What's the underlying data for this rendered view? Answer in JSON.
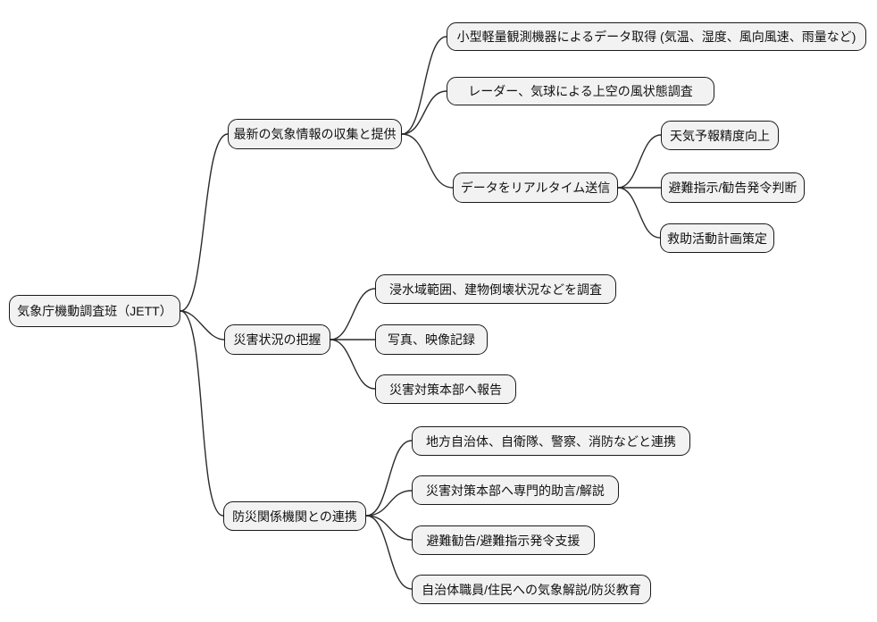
{
  "diagram": {
    "type": "mindmap",
    "colors": {
      "background": "#ffffff",
      "node_fill": "#f2f2f2",
      "node_border": "#1a1a1a",
      "connector": "#2b2b2b",
      "text": "#111111"
    },
    "root": {
      "label": "気象庁機動調査班（JETT）",
      "children": [
        {
          "label": "最新の気象情報の収集と提供",
          "children": [
            {
              "label": "小型軽量観測機器によるデータ取得 (気温、湿度、風向風速、雨量など)",
              "children": []
            },
            {
              "label": "レーダー、気球による上空の風状態調査",
              "children": []
            },
            {
              "label": "データをリアルタイム送信",
              "children": [
                {
                  "label": "天気予報精度向上",
                  "children": []
                },
                {
                  "label": "避難指示/勧告発令判断",
                  "children": []
                },
                {
                  "label": "救助活動計画策定",
                  "children": []
                }
              ]
            }
          ]
        },
        {
          "label": "災害状況の把握",
          "children": [
            {
              "label": "浸水域範囲、建物倒壊状況などを調査",
              "children": []
            },
            {
              "label": "写真、映像記録",
              "children": []
            },
            {
              "label": "災害対策本部へ報告",
              "children": []
            }
          ]
        },
        {
          "label": "防災関係機関との連携",
          "children": [
            {
              "label": "地方自治体、自衛隊、警察、消防などと連携",
              "children": []
            },
            {
              "label": "災害対策本部へ専門的助言/解説",
              "children": []
            },
            {
              "label": "避難勧告/避難指示発令支援",
              "children": []
            },
            {
              "label": "自治体職員/住民への気象解説/防災教育",
              "children": []
            }
          ]
        }
      ]
    }
  }
}
